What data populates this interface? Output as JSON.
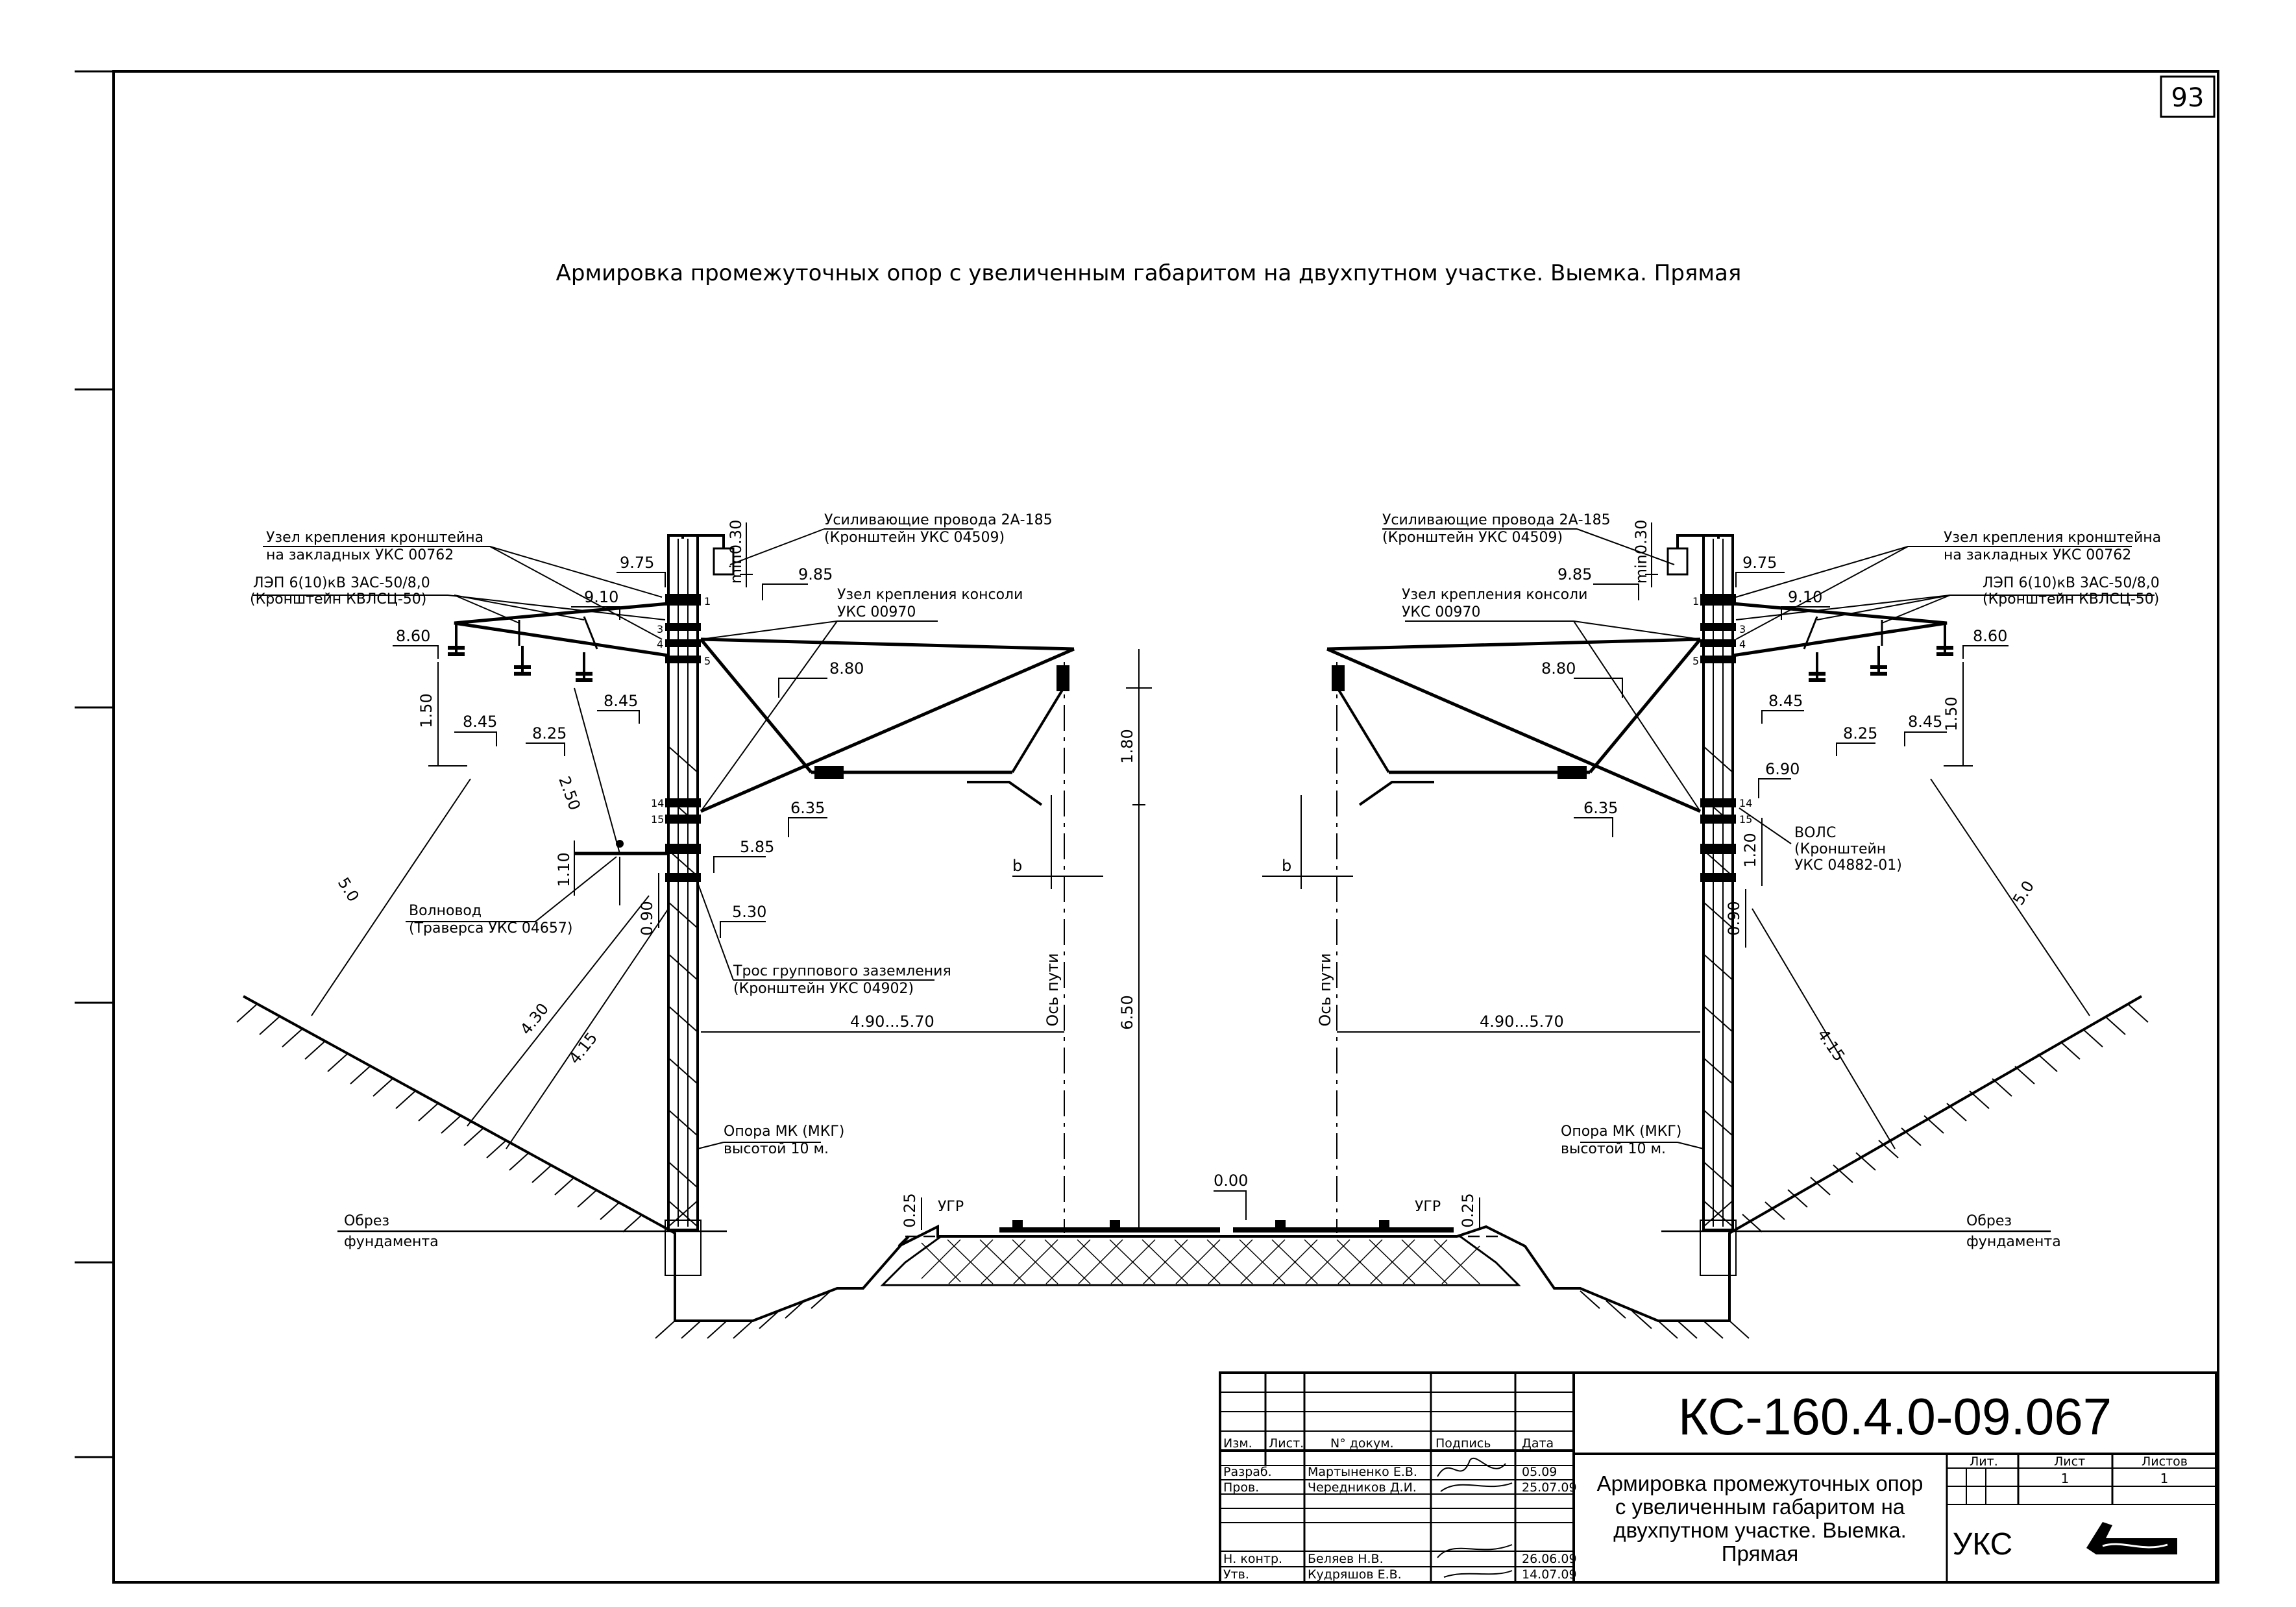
{
  "sheet": {
    "page_number": "93",
    "title": "Армировка промежуточных опор с увеличенным габаритом на двухпутном участке. Выемка. Прямая"
  },
  "left_labels": {
    "bracket_node": "Узел крепления кронштейна",
    "bracket_node_2": "на закладных УКС 00762",
    "lep": "ЛЭП 6(10)кВ 3АС-50/8,0",
    "lep_bracket": "(Кронштейн КВЛСЦ-50)",
    "reinforcing": "Усиливающие провода 2А-185",
    "reinforcing_bracket": "(Кронштейн УКС 04509)",
    "console_node": "Узел крепления консоли",
    "console_node_2": "УКС 00970",
    "waveguide": "Волновод",
    "waveguide_bracket": "(Траверса УКС 04657)",
    "ground_cable": "Трос группового заземления",
    "ground_bracket": "(Кронштейн УКС 04902)",
    "mast": "Опора МК (МКГ)",
    "mast_height": "высотой 10 м.",
    "foundation": "Обрез",
    "foundation_2": "фундамента",
    "ugr": "УГР"
  },
  "right_labels": {
    "reinforcing": "Усиливающие провода 2А-185",
    "reinforcing_bracket": "(Кронштейн УКС 04509)",
    "console_node": "Узел крепления консоли",
    "console_node_2": "УКС 00970",
    "bracket_node": "Узел крепления кронштейна",
    "bracket_node_2": "на закладных УКС 00762",
    "lep": "ЛЭП 6(10)кВ 3АС-50/8,0",
    "lep_bracket": "(Кронштейн КВЛСЦ-50)",
    "fiber": "ВОЛС",
    "fiber_bracket": "(Кронштейн",
    "fiber_bracket_2": "УКС 04882-01)",
    "mast": "Опора МК (МКГ)",
    "mast_height": "высотой 10 м.",
    "foundation": "Обрез",
    "foundation_2": "фундамента",
    "ugr": "УГР"
  },
  "track_axis": "Ось пути",
  "dims": {
    "d975": "9.75",
    "d985": "9.85",
    "d910": "9.10",
    "d860": "8.60",
    "d880": "8.80",
    "d845": "8.45",
    "d825": "8.25",
    "d150": "1.50",
    "d250": "2.50",
    "d110": "1.10",
    "d090": "0.90",
    "d635": "6.35",
    "d585": "5.85",
    "d530": "5.30",
    "d180": "1.80",
    "d650": "6.50",
    "d490": "4.90...5.70",
    "d50": "5.0",
    "d430": "4.30",
    "d415": "4.15",
    "d025": "0.25",
    "d000": "0.00",
    "d690": "6.90",
    "d120": "1.20",
    "dmin": "min0.30",
    "b": "b"
  },
  "stamp": {
    "code": "КС-160.4.0-09.067",
    "headers": [
      "Изм.",
      "Лист.",
      "N° докум.",
      "Подпись",
      "Дата"
    ],
    "rows": [
      {
        "role": "Разраб.",
        "name": "Мартыненко Е.В.",
        "date": "05.09"
      },
      {
        "role": "Пров.",
        "name": "Чередников Д.И.",
        "date": "25.07.09"
      },
      {
        "role": "Н. контр.",
        "name": "Беляев Н.В.",
        "date": "26.06.09"
      },
      {
        "role": "Утв.",
        "name": "Кудряшов Е.В.",
        "date": "14.07.09"
      }
    ],
    "description": [
      "Армировка промежуточных опор",
      "с увеличенным габаритом на",
      "двухпутном участке. Выемка.",
      "Прямая"
    ],
    "lit_label": "Лит.",
    "sheet_label": "Лист",
    "sheets_label": "Листов",
    "sheet_value": "1",
    "sheets_value": "1",
    "org": "УКС"
  }
}
